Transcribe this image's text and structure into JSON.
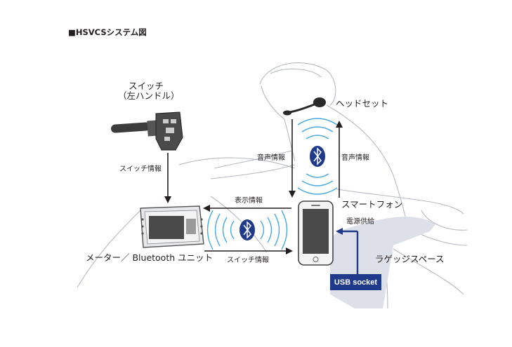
{
  "title": "■HSVCSシステム図",
  "switch_label": {
    "line1": "スイッチ",
    "line2": "（左ハンドル）"
  },
  "headset_label": "ヘッドセット",
  "smartphone_label": "スマートフォン",
  "meter_label": "メーター／ Bluetooth ユニット",
  "luggage_label": "ラゲッジスペース",
  "usb_label": "USB socket",
  "flows": {
    "switch_info_vertical": "スイッチ情報",
    "voice_info_left": "音声情報",
    "voice_info_right": "音声情報",
    "display_info": "表示情報",
    "switch_info_horizontal": "スイッチ情報",
    "power_supply": "電源供給"
  },
  "colors": {
    "accent": "#1f3a8a",
    "wave": "#4aa8e0",
    "luggage_fill": "#dde0e8",
    "line": "#231f20",
    "outline": "#b5b9c2"
  }
}
